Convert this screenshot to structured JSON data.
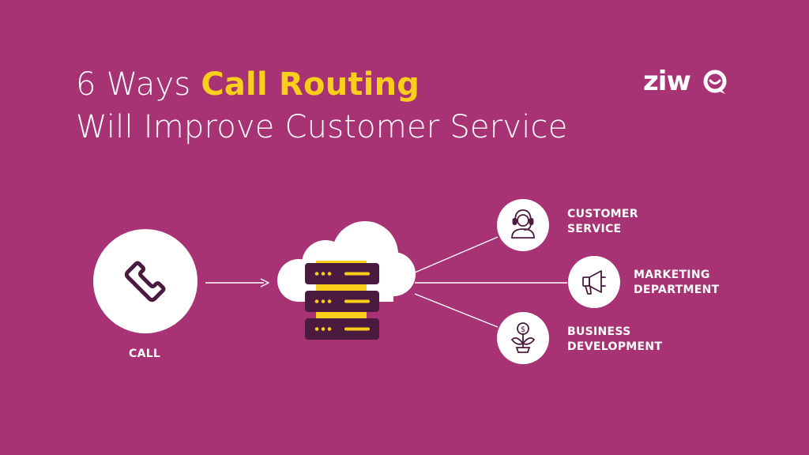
{
  "title": {
    "line1_prefix": "6 Ways",
    "line1_highlight": "Call Routing",
    "line2": "Will Improve Customer Service"
  },
  "logo": {
    "text": "ziw"
  },
  "source": {
    "label": "CALL",
    "icon": "phone-icon"
  },
  "hub": {
    "icon": "cloud-server-icon"
  },
  "destinations": [
    {
      "line1": "CUSTOMER",
      "line2": "SERVICE",
      "icon": "headset-agent-icon"
    },
    {
      "line1": "MARKETING",
      "line2": "DEPARTMENT",
      "icon": "megaphone-icon"
    },
    {
      "line1": "BUSINESS",
      "line2": "DEVELOPMENT",
      "icon": "money-plant-icon"
    }
  ],
  "colors": {
    "background": "#a73274",
    "accent": "#f9cf1b",
    "server_dark": "#4a1a3f",
    "white": "#ffffff"
  }
}
